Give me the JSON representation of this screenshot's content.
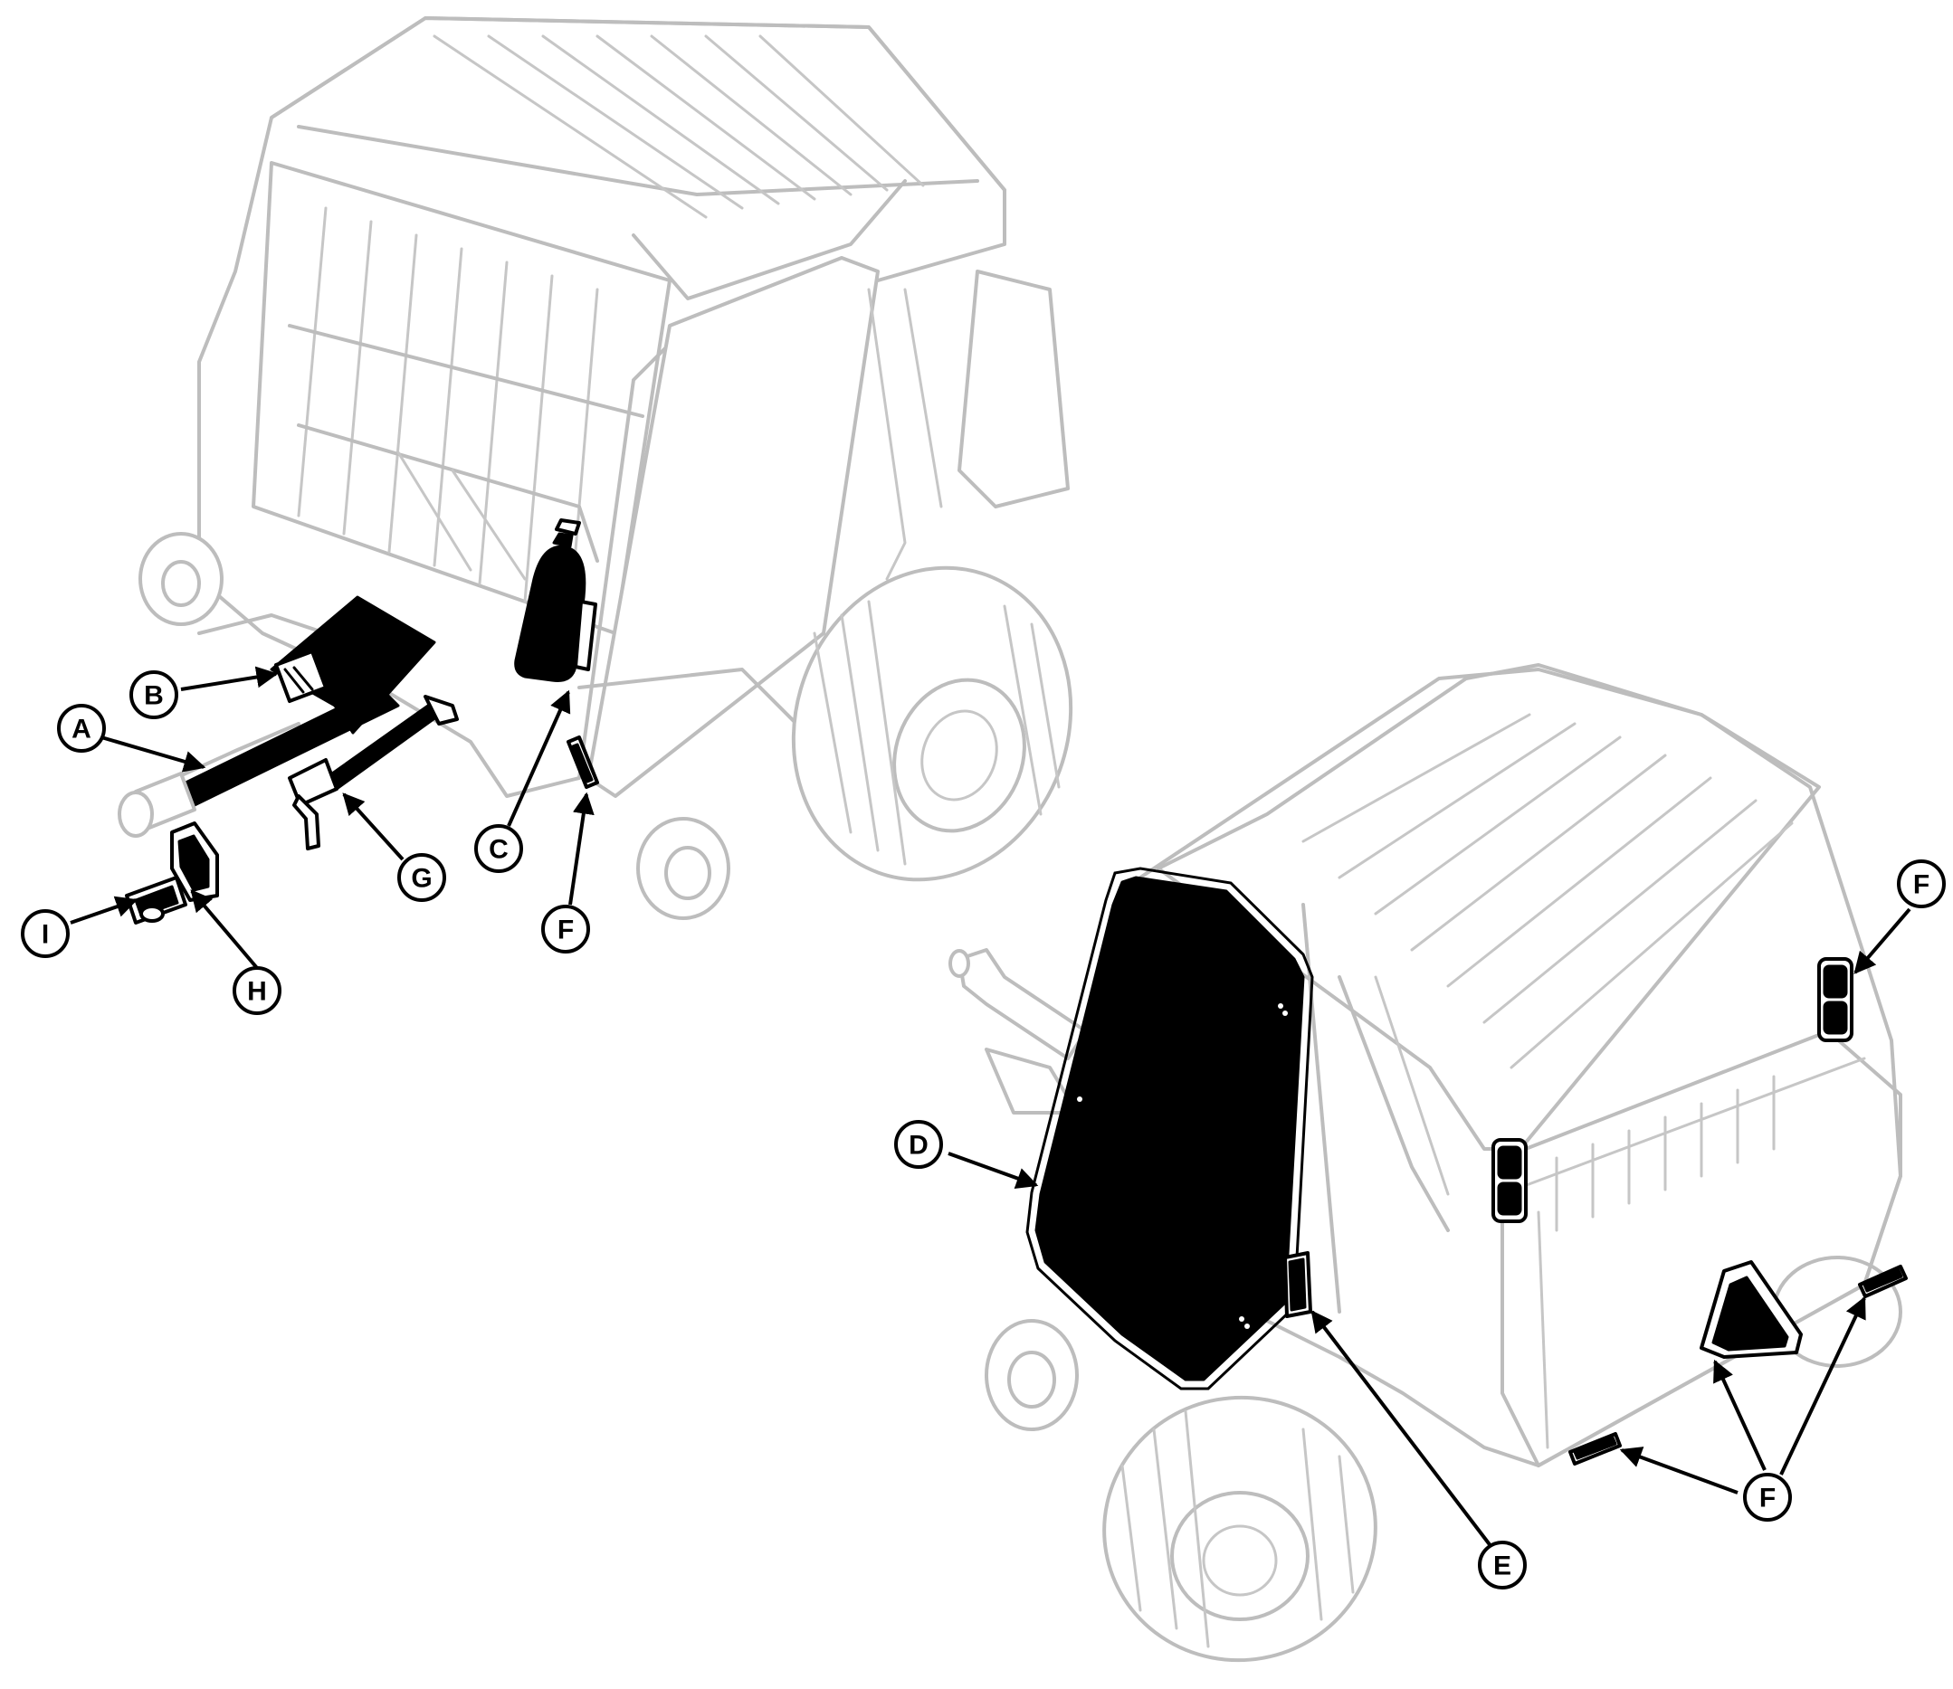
{
  "callouts": {
    "a": "A",
    "b": "B",
    "c": "C",
    "d": "D",
    "e": "E",
    "f": "F",
    "g": "G",
    "h": "H",
    "i": "I"
  },
  "colors": {
    "highlight": "#000000",
    "machine_outline": "#bdbdbd",
    "background": "#ffffff"
  }
}
